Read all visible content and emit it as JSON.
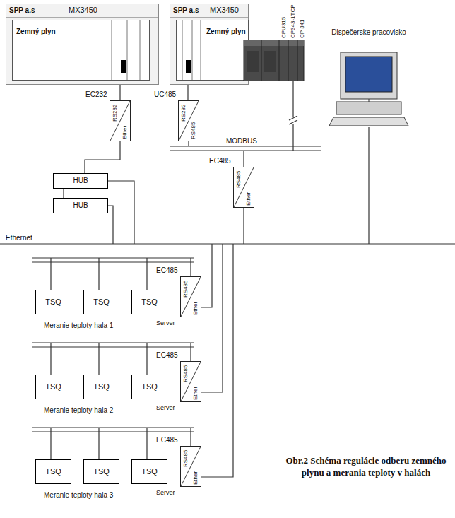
{
  "diagram": {
    "caption": "Obr.2 Schéma regulácie odberu zemného plynu a merania teploty v halách",
    "nodes": [
      {
        "text": [
          "SPP a.s",
          "MX3450"
        ]
      },
      {
        "text": [
          "Zemný plyn"
        ],
        "in": 0
      },
      {
        "text": [
          "SPP a.s",
          "MX3450"
        ]
      },
      {
        "text": [
          "Zemný plyn"
        ],
        "in": 2
      },
      {
        "text": [
          "EC232",
          "RS232",
          "Ether"
        ]
      },
      {
        "text": [
          "UC485",
          "RS232",
          "RS485"
        ]
      },
      {
        "text": [
          "HUB"
        ]
      },
      {
        "text": [
          "HUB"
        ]
      },
      {
        "text": [
          "CPU315",
          "CP343-1TCP",
          "CP 341"
        ]
      },
      {
        "text": [
          "Dispečerske pracovisko"
        ]
      },
      {
        "text": [
          "EC485",
          "RS485",
          "Ether"
        ]
      },
      {
        "text": [
          "TSQ"
        ]
      },
      {
        "text": [
          "TSQ"
        ]
      },
      {
        "text": [
          "TSQ"
        ]
      },
      {
        "text": [
          "EC485",
          "RS485",
          "Ether",
          "Server"
        ]
      },
      {
        "text": [
          "TSQ"
        ]
      },
      {
        "text": [
          "TSQ"
        ]
      },
      {
        "text": [
          "TSQ"
        ]
      },
      {
        "text": [
          "EC485",
          "RS485",
          "Ether",
          "Server"
        ]
      },
      {
        "text": [
          "TSQ"
        ]
      },
      {
        "text": [
          "TSQ"
        ]
      },
      {
        "text": [
          "TSQ"
        ]
      },
      {
        "text": [
          "EC485",
          "RS485",
          "Ether",
          "Server"
        ]
      }
    ],
    "edges": [
      {
        "from": 0,
        "to": 4,
        "arrow": "none"
      },
      {
        "from": 4,
        "to": 6,
        "arrow": "none"
      },
      {
        "from": 6,
        "to": 7,
        "arrow": "none"
      },
      {
        "from": 2,
        "to": 5,
        "arrow": "none"
      }
    ],
    "labels": [
      "MODBUS",
      "Ethernet",
      "Meranie teploty hala 1",
      "Meranie teploty hala 2",
      "Meranie teploty hala 3"
    ]
  }
}
